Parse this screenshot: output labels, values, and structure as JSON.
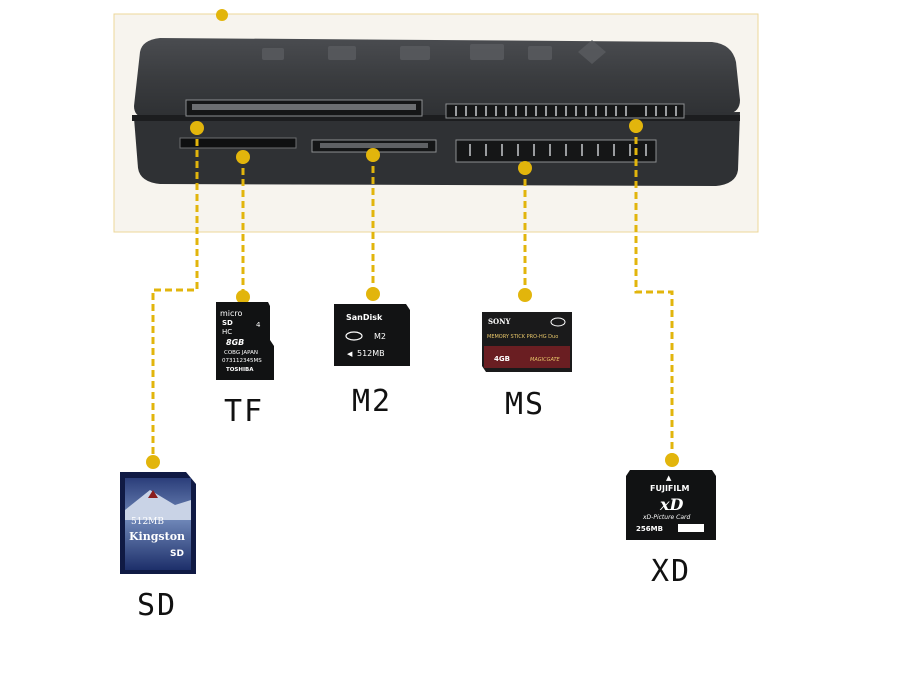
{
  "colors": {
    "leader": "#e2b50c",
    "frame": "#ecd79a",
    "frame_fill": "#f7f4ee",
    "reader_body": "#3b3d40",
    "reader_dark": "#1f2022"
  },
  "cards": [
    {
      "id": "sd",
      "label": "SD",
      "sticker": {
        "capacity": "512MB",
        "brand": "Kingston",
        "logo": "SD"
      }
    },
    {
      "id": "tf",
      "label": "TF",
      "sticker": {
        "line1": "micro",
        "line2": "SD",
        "line3": "HC",
        "class": "4",
        "capacity": "8GB",
        "origin": "COBG JAPAN",
        "serial": "073112345MS",
        "brand": "TOSHIBA"
      }
    },
    {
      "id": "m2",
      "label": "M2",
      "sticker": {
        "brand": "SanDisk",
        "type": "M2",
        "capacity": "512MB"
      }
    },
    {
      "id": "ms",
      "label": "MS",
      "sticker": {
        "brand": "SONY",
        "model": "MEMORY STICK PRO-HG Duo",
        "capacity": "4GB",
        "gate": "MAGICGATE"
      }
    },
    {
      "id": "xd",
      "label": "XD",
      "sticker": {
        "brand": "FUJIFILM",
        "logo": "xD",
        "name": "xD-Picture Card",
        "capacity": "256MB"
      }
    }
  ]
}
